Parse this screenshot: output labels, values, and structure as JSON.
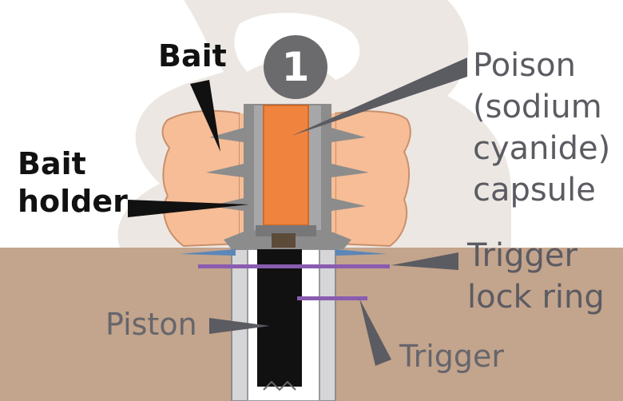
{
  "colors": {
    "soil": "#c3a48c",
    "bait": "#f6bd96",
    "bait_edge": "#c98f6c",
    "capsule": "#f0843e",
    "holder": "#8c8c8c",
    "lock_ring": "#8a5cb0",
    "piston": "#111111",
    "tube": "#d6d6d8",
    "shadow": "#ece7e2"
  },
  "step_number": "1",
  "labels": {
    "bait": "Bait",
    "bait_holder": [
      "Bait",
      "holder"
    ],
    "poison": [
      "Poison",
      "(sodium",
      "cyanide)",
      "capsule"
    ],
    "trigger_lock_ring": [
      "Trigger",
      "lock ring"
    ],
    "piston": "Piston",
    "trigger": "Trigger"
  }
}
